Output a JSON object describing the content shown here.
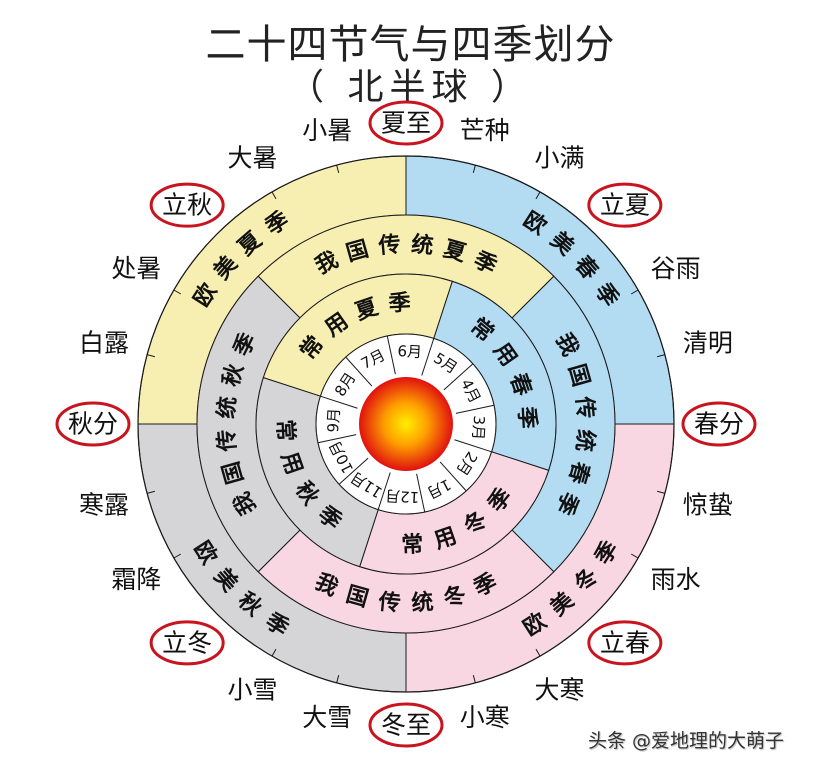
{
  "title": {
    "main": "二十四节气与四季划分",
    "sub": "（ 北半球 ）"
  },
  "colors": {
    "summer": "#f7efb2",
    "spring": "#b3dcf3",
    "winter": "#f8d6e2",
    "autumn": "#d5d5d7",
    "highlight_circle": "#c8141e",
    "outline": "#1a1a1a",
    "sun_core": "#ffee00",
    "sun_edge": "#e0110f"
  },
  "rings": {
    "outer": {
      "name": "欧美",
      "seasons": [
        {
          "label": "欧美夏季",
          "season": "summer"
        },
        {
          "label": "欧美春季",
          "season": "spring"
        },
        {
          "label": "欧美冬季",
          "season": "winter"
        },
        {
          "label": "欧美秋季",
          "season": "autumn"
        }
      ]
    },
    "middle": {
      "name": "我国传统",
      "seasons": [
        {
          "label": "我国传统夏季",
          "season": "summer"
        },
        {
          "label": "我国传统春季",
          "season": "spring"
        },
        {
          "label": "我国传统冬季",
          "season": "winter"
        },
        {
          "label": "我国传统秋季",
          "season": "autumn"
        }
      ]
    },
    "inner": {
      "name": "常用",
      "seasons": [
        {
          "label": "常用夏季",
          "season": "summer"
        },
        {
          "label": "常用春季",
          "season": "spring"
        },
        {
          "label": "常用冬季",
          "season": "winter"
        },
        {
          "label": "常用秋季",
          "season": "autumn"
        }
      ]
    }
  },
  "months": [
    "1月",
    "2月",
    "3月",
    "4月",
    "5月",
    "6月",
    "7月",
    "8月",
    "9月",
    "10月",
    "11月",
    "12月"
  ],
  "solar_terms": [
    {
      "name": "夏至",
      "highlighted": true
    },
    {
      "name": "芒种",
      "highlighted": false
    },
    {
      "name": "小满",
      "highlighted": false
    },
    {
      "name": "立夏",
      "highlighted": true
    },
    {
      "name": "谷雨",
      "highlighted": false
    },
    {
      "name": "清明",
      "highlighted": false
    },
    {
      "name": "春分",
      "highlighted": true
    },
    {
      "name": "惊蛰",
      "highlighted": false
    },
    {
      "name": "雨水",
      "highlighted": false
    },
    {
      "name": "立春",
      "highlighted": true
    },
    {
      "name": "大寒",
      "highlighted": false
    },
    {
      "name": "小寒",
      "highlighted": false
    },
    {
      "name": "冬至",
      "highlighted": true
    },
    {
      "name": "大雪",
      "highlighted": false
    },
    {
      "name": "小雪",
      "highlighted": false
    },
    {
      "name": "立冬",
      "highlighted": true
    },
    {
      "name": "霜降",
      "highlighted": false
    },
    {
      "name": "寒露",
      "highlighted": false
    },
    {
      "name": "秋分",
      "highlighted": true
    },
    {
      "name": "白露",
      "highlighted": false
    },
    {
      "name": "处暑",
      "highlighted": false
    },
    {
      "name": "立秋",
      "highlighted": true
    },
    {
      "name": "大暑",
      "highlighted": false
    },
    {
      "name": "小暑",
      "highlighted": false
    }
  ],
  "watermark": "头条 @爱地理的大萌子"
}
